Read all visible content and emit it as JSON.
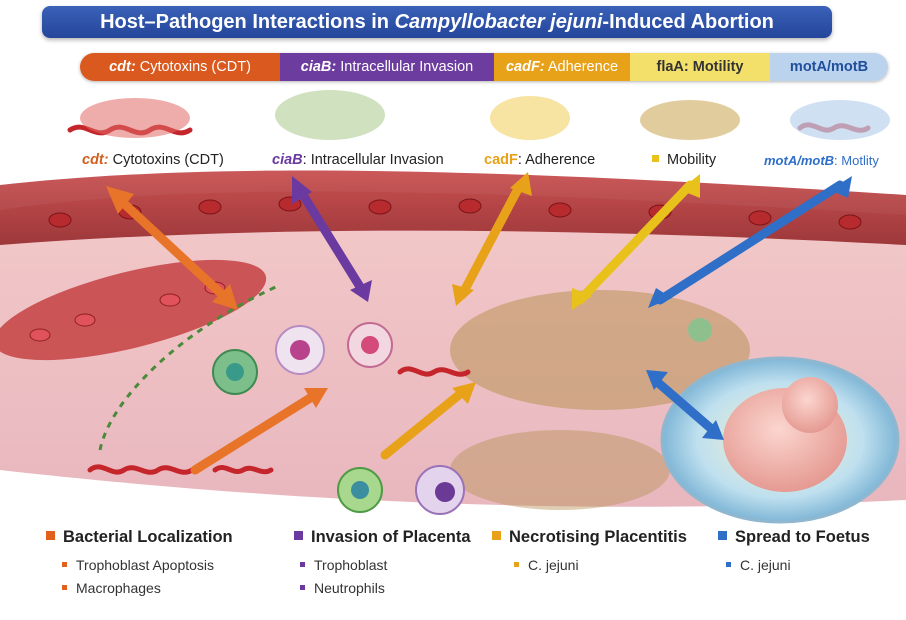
{
  "title": {
    "prefix": "Host–Pathogen Interactions in ",
    "organism": "Campyllobacter jejuni",
    "suffix": "-Induced Abortion"
  },
  "banner": [
    {
      "gene": "cdt:",
      "text": " Cytotoxins (CDT)",
      "bg": "#d9591f",
      "fg": "#ffffff"
    },
    {
      "gene": "ciaB:",
      "text": " Intracellular Invasion",
      "bg": "#6c3c9e",
      "fg": "#ffffff"
    },
    {
      "gene": "cadF:",
      "text": " Adherence",
      "bg": "#e8a21a",
      "fg": "#ffffff"
    },
    {
      "gene": "flaA:",
      "text": " Motility",
      "bg": "#f3e06a",
      "fg": "#333333"
    },
    {
      "gene": "motA/motB",
      "text": "",
      "bg": "#bcd3ee",
      "fg": "#1f4f9c"
    }
  ],
  "gene_labels": [
    {
      "gene": "cdt:",
      "text": " Cytotoxins (CDT)",
      "color": "#d0601c"
    },
    {
      "gene": "ciaB",
      "text": ": Intracellular Invasion",
      "color": "#6a3aa0"
    },
    {
      "gene": "cadF",
      "text": ": Adherence",
      "color": "#e8a21a"
    },
    {
      "gene": "",
      "text": "Mobility",
      "color": "#e8c21a"
    },
    {
      "gene": "motA/motB",
      "text": ": Motlity",
      "color": "#2f6fc8"
    }
  ],
  "legend": [
    {
      "heading": "Bacterial Localization",
      "color": "#e0601c",
      "items": [
        "Trophoblast Apoptosis",
        "Macrophages"
      ]
    },
    {
      "heading": "Invasion of Placenta",
      "color": "#6a3aa0",
      "items": [
        "Trophoblast",
        "Neutrophils"
      ]
    },
    {
      "heading": "Necrotising Placentitis",
      "color": "#e8a21a",
      "items": [
        "C. jejuni"
      ]
    },
    {
      "heading": "Spread to Foetus",
      "color": "#2f6fc8",
      "items": [
        "C. jejuni"
      ]
    }
  ]
}
